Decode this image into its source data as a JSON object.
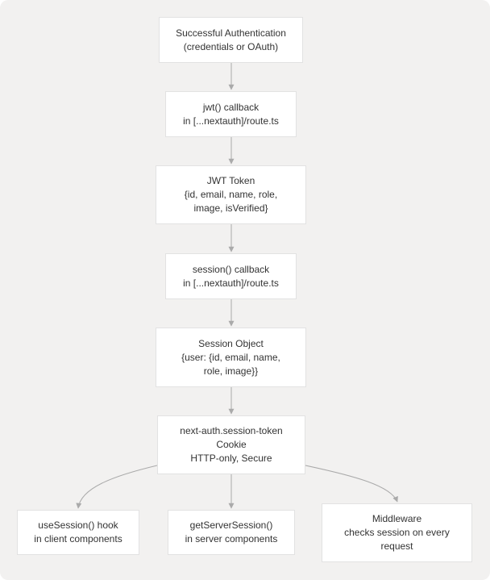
{
  "nodes": {
    "auth": {
      "lines": [
        "Successful Authentication",
        "(credentials or OAuth)"
      ]
    },
    "jwt_callback": {
      "lines": [
        "jwt() callback",
        "in [...nextauth]/route.ts"
      ]
    },
    "jwt_token": {
      "lines": [
        "JWT Token",
        "{id, email, name, role,",
        "image, isVerified}"
      ]
    },
    "session_callback": {
      "lines": [
        "session() callback",
        "in [...nextauth]/route.ts"
      ]
    },
    "session_object": {
      "lines": [
        "Session Object",
        "{user: {id, email, name,",
        "role, image}}"
      ]
    },
    "cookie": {
      "lines": [
        "next-auth.session-token",
        "Cookie",
        "HTTP-only, Secure"
      ]
    },
    "use_session": {
      "lines": [
        "useSession() hook",
        "in client components"
      ]
    },
    "server_session": {
      "lines": [
        "getServerSession()",
        "in server components"
      ]
    },
    "middleware": {
      "lines": [
        "Middleware",
        "checks session on every",
        "request"
      ]
    }
  },
  "edges": [
    {
      "from": "auth",
      "to": "jwt_callback"
    },
    {
      "from": "jwt_callback",
      "to": "jwt_token"
    },
    {
      "from": "jwt_token",
      "to": "session_callback"
    },
    {
      "from": "session_callback",
      "to": "session_object"
    },
    {
      "from": "session_object",
      "to": "cookie"
    },
    {
      "from": "cookie",
      "to": "use_session"
    },
    {
      "from": "cookie",
      "to": "server_session"
    },
    {
      "from": "cookie",
      "to": "middleware"
    }
  ],
  "colors": {
    "edge": "#aaaaaa",
    "node_border": "#e2e2e2",
    "background": "#f2f1f0"
  }
}
